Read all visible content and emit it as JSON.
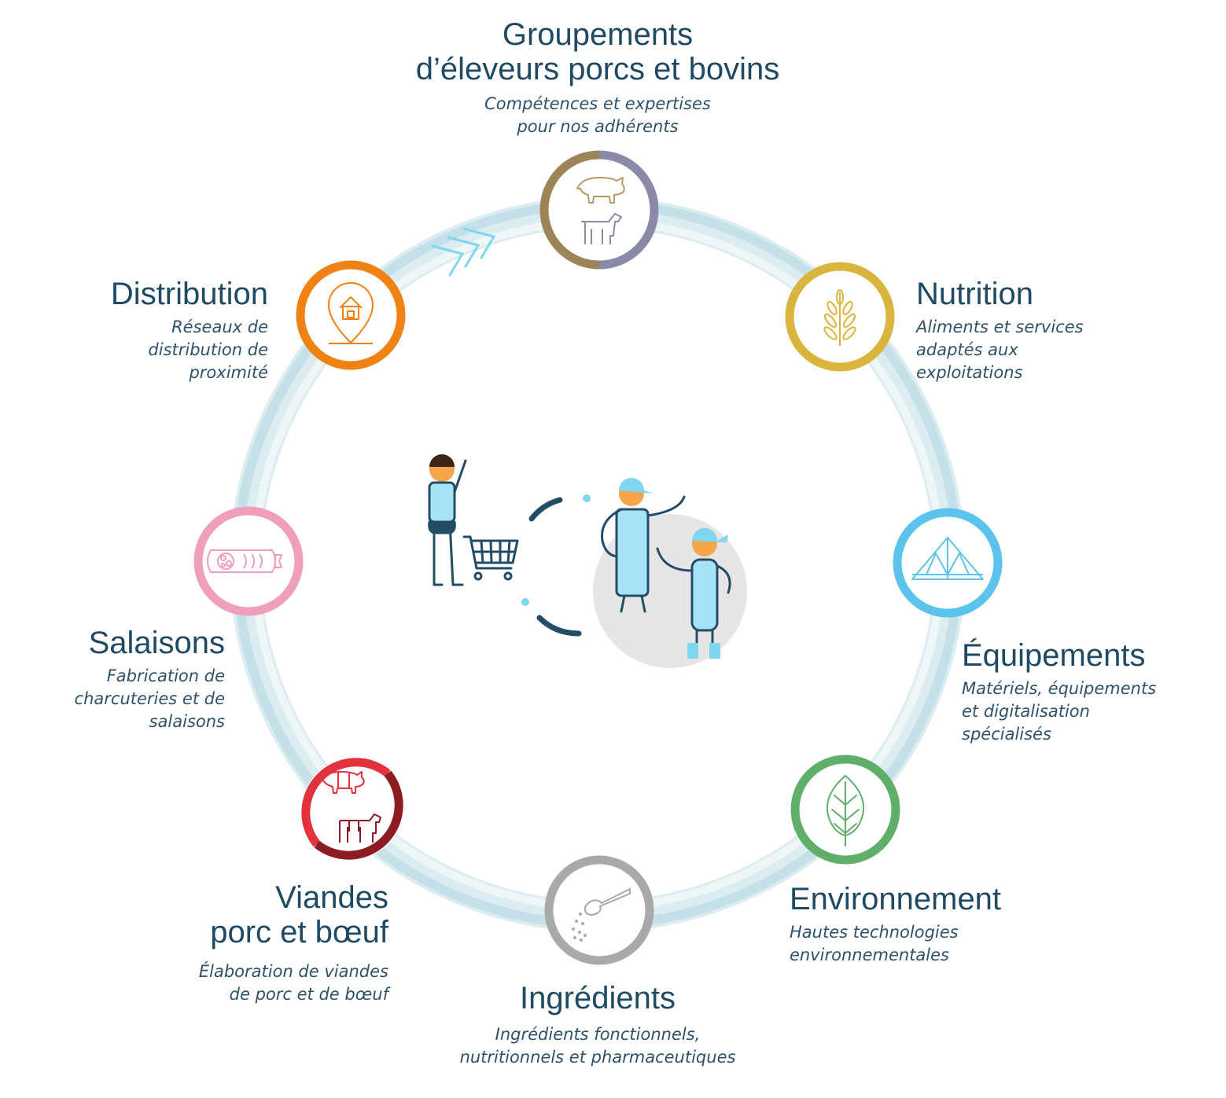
{
  "colors": {
    "ring": "#c9e3ea",
    "ring_inner": "#e6f2f5",
    "dark_text": "#1f4a63",
    "desc_text": "#2e5169",
    "groupements_left": "#9c8457",
    "groupements_right": "#8a8aa8",
    "nutrition": "#d9b53d",
    "equipements": "#5cc4ec",
    "environnement": "#5fae6a",
    "ingredients": "#a9a9a9",
    "viandes_left": "#e2323e",
    "viandes_right": "#8c1c22",
    "salaisons": "#ef9fb7",
    "distribution": "#ef8213",
    "accent_cyan": "#7fd6ee",
    "navy": "#234d66"
  },
  "nodes": [
    {
      "id": "groupements",
      "title": "Groupements\nd’éleveurs porcs et bovins",
      "desc": "Compétences et expertises\npour nos adhérents",
      "icon": "pig-and-cow-icon"
    },
    {
      "id": "nutrition",
      "title": "Nutrition",
      "desc": "Aliments et services\nadaptés aux\nexploitations",
      "icon": "wheat-icon"
    },
    {
      "id": "equipements",
      "title": "Équipements",
      "desc": "Matériels, équipements\net digitalisation\nspécialisés",
      "icon": "roof-truss-icon"
    },
    {
      "id": "environnement",
      "title": "Environnement",
      "desc": "Hautes technologies\nenvironnementales",
      "icon": "leaf-icon"
    },
    {
      "id": "ingredients",
      "title": "Ingrédients",
      "desc": "Ingrédients fonctionnels,\nnutritionnels et pharmaceutiques",
      "icon": "spoon-powder-icon"
    },
    {
      "id": "viandes",
      "title": "Viandes\nporc et bœuf",
      "desc": "Élaboration de viandes\nde porc et de bœuf",
      "icon": "meat-cuts-icon"
    },
    {
      "id": "salaisons",
      "title": "Salaisons",
      "desc": "Fabrication de\ncharcuteries et de\nsalaisons",
      "icon": "sausage-icon"
    },
    {
      "id": "distribution",
      "title": "Distribution",
      "desc": "Réseaux de\ndistribution de\nproximité",
      "icon": "location-house-icon"
    }
  ]
}
